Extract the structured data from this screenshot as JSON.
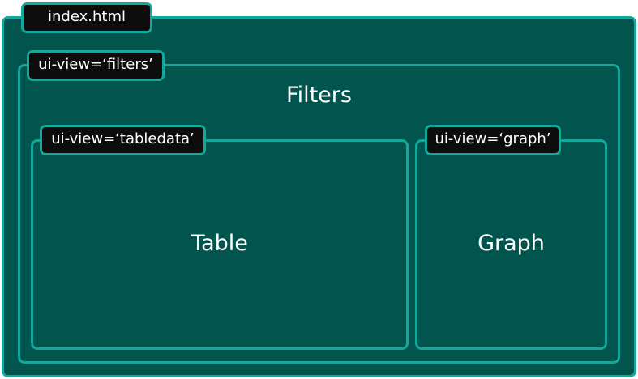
{
  "colors": {
    "box_fill": "#02544e",
    "border": "#12a89b",
    "tag_fill": "#0d0d0d",
    "text": "#ffffff"
  },
  "outer": {
    "tag": "index.html"
  },
  "filters": {
    "tag": "ui-view=‘filters’",
    "title": "Filters"
  },
  "table": {
    "tag": "ui-view=‘tabledata’",
    "title": "Table"
  },
  "graph": {
    "tag": "ui-view=‘graph’",
    "title": "Graph"
  }
}
